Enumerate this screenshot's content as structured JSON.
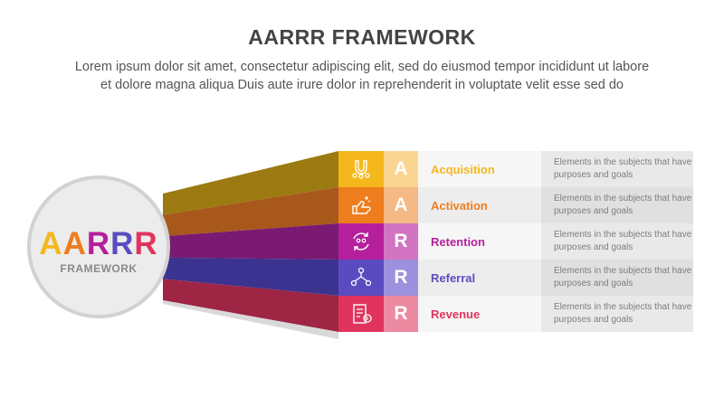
{
  "header": {
    "title": "AARRR FRAMEWORK",
    "subtitle_line1": "Lorem ipsum dolor sit amet, consectetur adipiscing elit, sed do eiusmod tempor incididunt ut labore",
    "subtitle_line2": "et dolore magna aliqua Duis aute irure dolor in reprehenderit in voluptate velit esse sed do"
  },
  "circle": {
    "letters": [
      "A",
      "A",
      "R",
      "R",
      "R"
    ],
    "subtitle": "FRAMEWORK"
  },
  "stages": [
    {
      "letter": "A",
      "label": "Acquisition",
      "description": "Elements in the subjects that have purposes and goals",
      "icon": "magnet-people-icon",
      "color": "#f5b81c",
      "letter_bg": "#f9d591",
      "beam_color": "#9c7a12"
    },
    {
      "letter": "A",
      "label": "Activation",
      "description": "Elements in the subjects that have purposes and goals",
      "icon": "hand-sparkle-icon",
      "color": "#ee7d1e",
      "letter_bg": "#f4b985",
      "beam_color": "#a8581a"
    },
    {
      "letter": "R",
      "label": "Retention",
      "description": "Elements in the subjects that have purposes and goals",
      "icon": "cycle-people-icon",
      "color": "#b51f9b",
      "letter_bg": "#d274c2",
      "beam_color": "#7a1a72"
    },
    {
      "letter": "R",
      "label": "Referral",
      "description": "Elements in the subjects that have purposes and goals",
      "icon": "network-people-icon",
      "color": "#5a4cc0",
      "letter_bg": "#9b91de",
      "beam_color": "#3c3390"
    },
    {
      "letter": "R",
      "label": "Revenue",
      "description": "Elements in the subjects that have purposes and goals",
      "icon": "invoice-dollar-icon",
      "color": "#e0345f",
      "letter_bg": "#ec8aa2",
      "beam_color": "#9e2544"
    }
  ]
}
